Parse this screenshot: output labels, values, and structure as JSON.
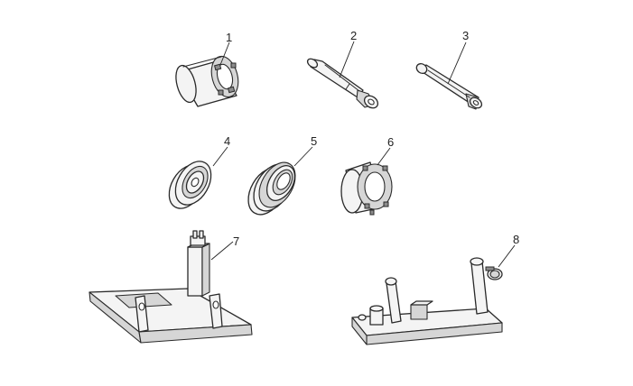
{
  "items": [
    {
      "number": "1"
    },
    {
      "number": "2"
    },
    {
      "number": "3"
    },
    {
      "number": "4"
    },
    {
      "number": "5"
    },
    {
      "number": "6"
    },
    {
      "number": "7"
    },
    {
      "number": "8"
    }
  ]
}
